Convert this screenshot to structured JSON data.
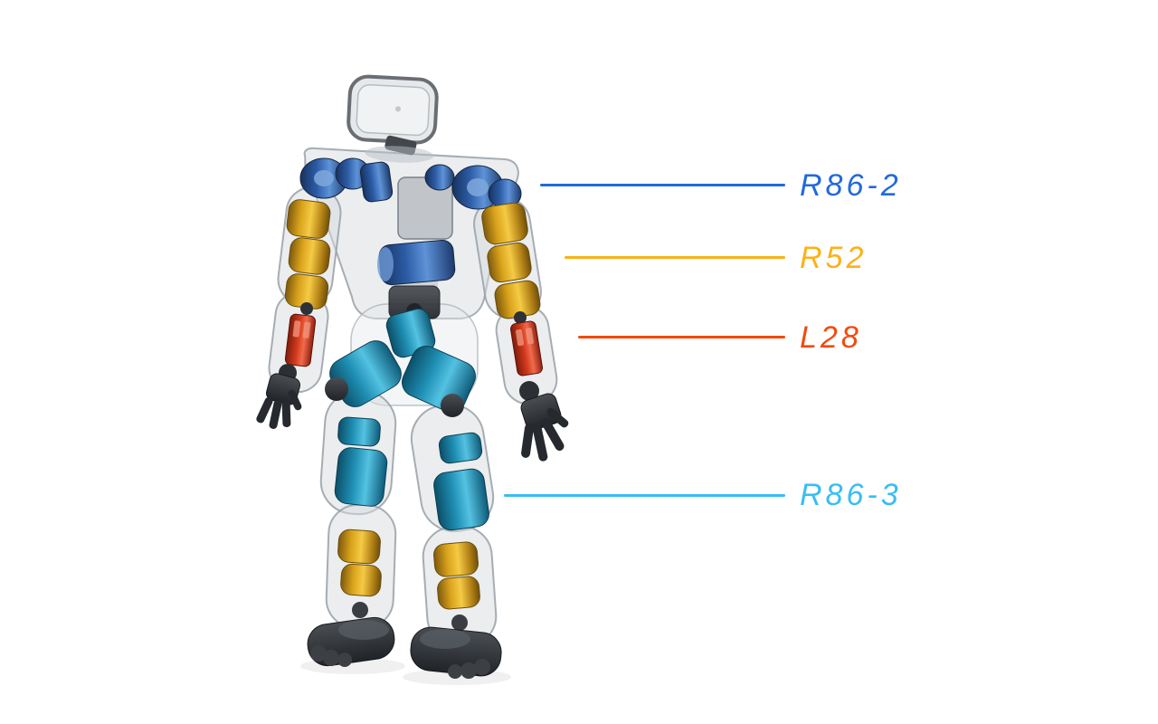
{
  "figure": {
    "name": "Humanoid robot actuator diagram",
    "background": "#ffffff",
    "annotations": [
      {
        "label": "R86-2",
        "color": "#2169dd"
      },
      {
        "label": "R52",
        "color": "#fcb116"
      },
      {
        "label": "L28",
        "color": "#f44a0c"
      },
      {
        "label": "R86-3",
        "color": "#39bdf3"
      }
    ]
  }
}
